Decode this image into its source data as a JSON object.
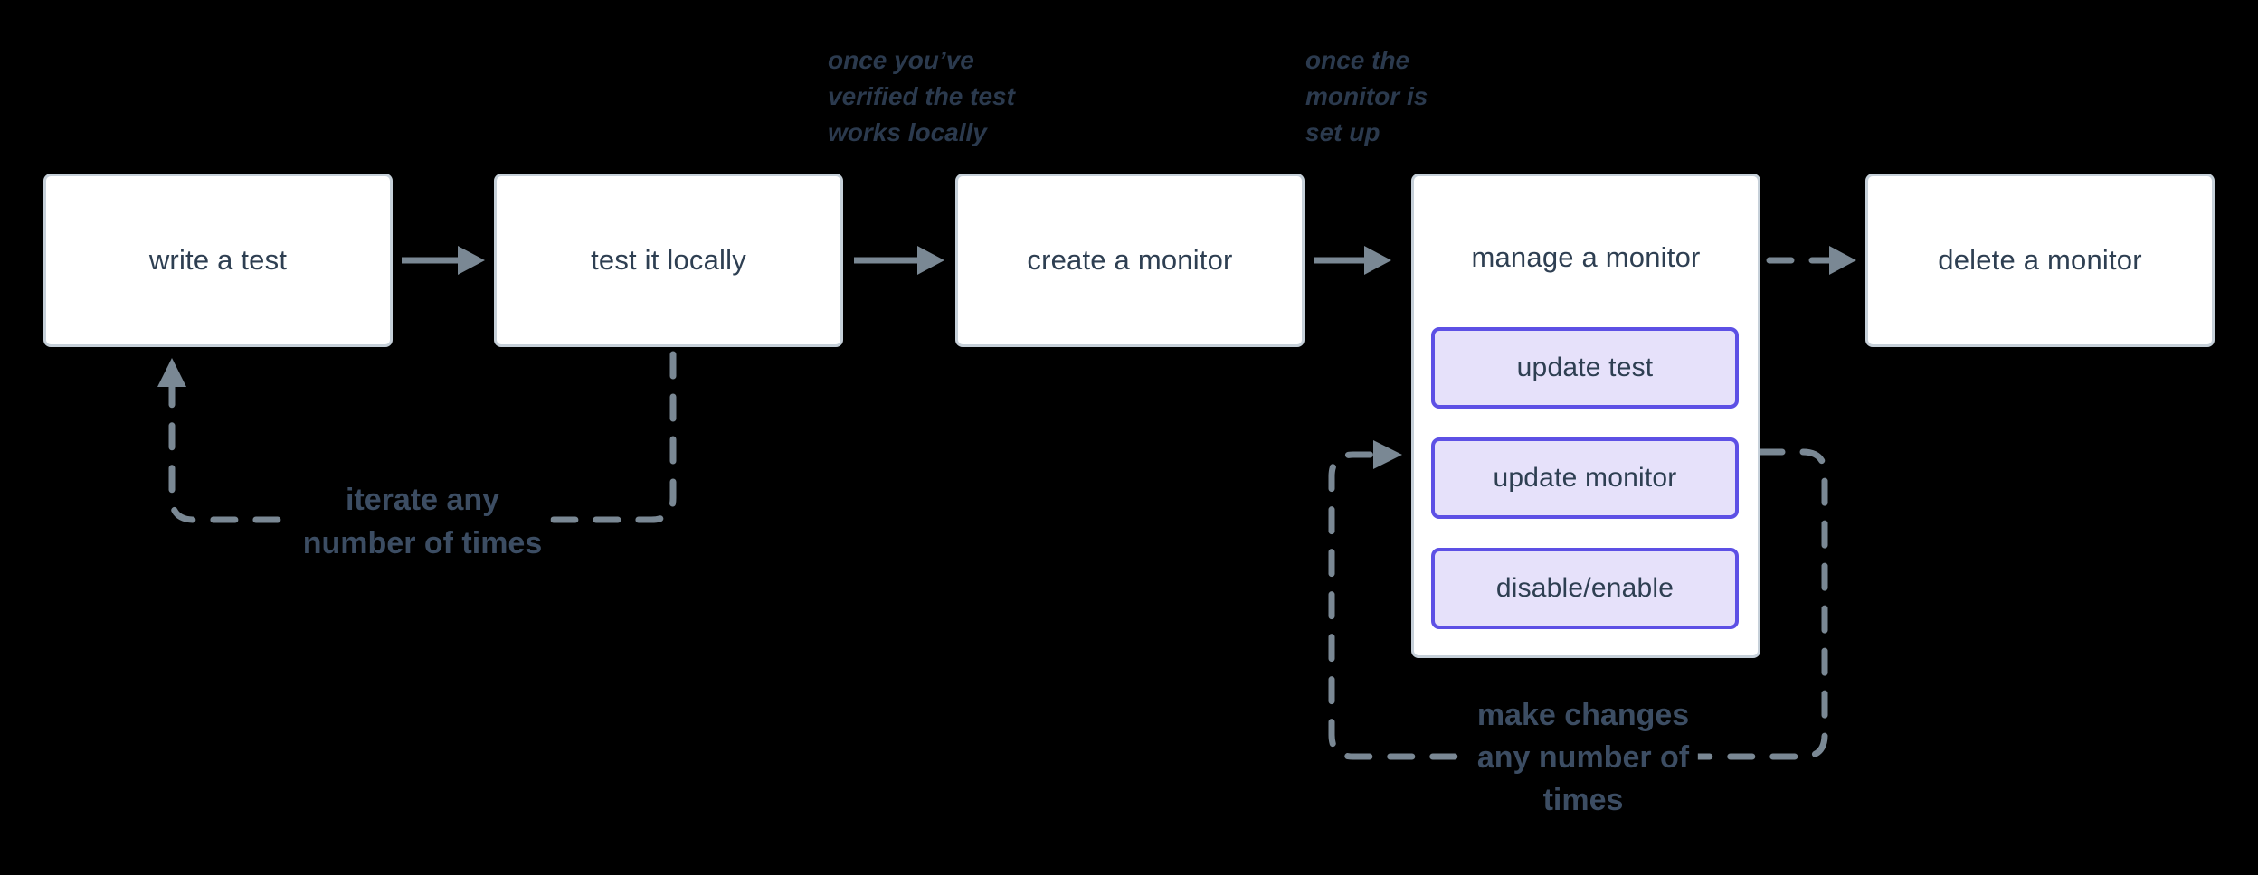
{
  "diagram_title": "synthetic monitoring workflow flowchart",
  "colors": {
    "background": "#000000",
    "node_fill": "#ffffff",
    "node_border": "#c6d0d9",
    "node_text": "#2e3f52",
    "sub_button_fill": "#e6e1fa",
    "sub_button_border": "#5d50e5",
    "connector": "#7a8894",
    "annotation_italic_text": "#2b3a4e",
    "loop_label_text": "#3c4d63"
  },
  "flow": {
    "nodes": [
      {
        "id": "write-test",
        "label": "write a test"
      },
      {
        "id": "test-locally",
        "label": "test it locally"
      },
      {
        "id": "create-monitor",
        "label": "create a monitor"
      },
      {
        "id": "manage-monitor",
        "label": "manage a monitor",
        "children": [
          {
            "id": "update-test",
            "label": "update test"
          },
          {
            "id": "update-monitor",
            "label": "update monitor"
          },
          {
            "id": "disable-enable",
            "label": "disable/enable"
          }
        ]
      },
      {
        "id": "delete-monitor",
        "label": "delete a monitor"
      }
    ],
    "edges": [
      {
        "from": "write-test",
        "to": "test-locally",
        "style": "solid-arrow"
      },
      {
        "from": "test-locally",
        "to": "create-monitor",
        "style": "solid-arrow"
      },
      {
        "from": "create-monitor",
        "to": "manage-monitor",
        "style": "solid-arrow"
      },
      {
        "from": "manage-monitor",
        "to": "delete-monitor",
        "style": "dashed-arrow"
      },
      {
        "from": "test-locally",
        "to": "write-test",
        "style": "dashed-loop",
        "label": "iterate any number of times"
      },
      {
        "from": "manage-monitor",
        "to": "manage-monitor",
        "style": "dashed-loop",
        "label": "make changes any number of times"
      }
    ],
    "annotations": {
      "verified": {
        "lines": [
          "once you’ve",
          "verified the test",
          "works locally"
        ]
      },
      "set_up": {
        "lines": [
          "once the",
          "monitor is",
          "set up"
        ]
      },
      "iterate": {
        "lines": [
          "iterate any",
          "number of times"
        ]
      },
      "make_changes": {
        "lines": [
          "make changes",
          "any number of",
          "times"
        ]
      }
    }
  }
}
